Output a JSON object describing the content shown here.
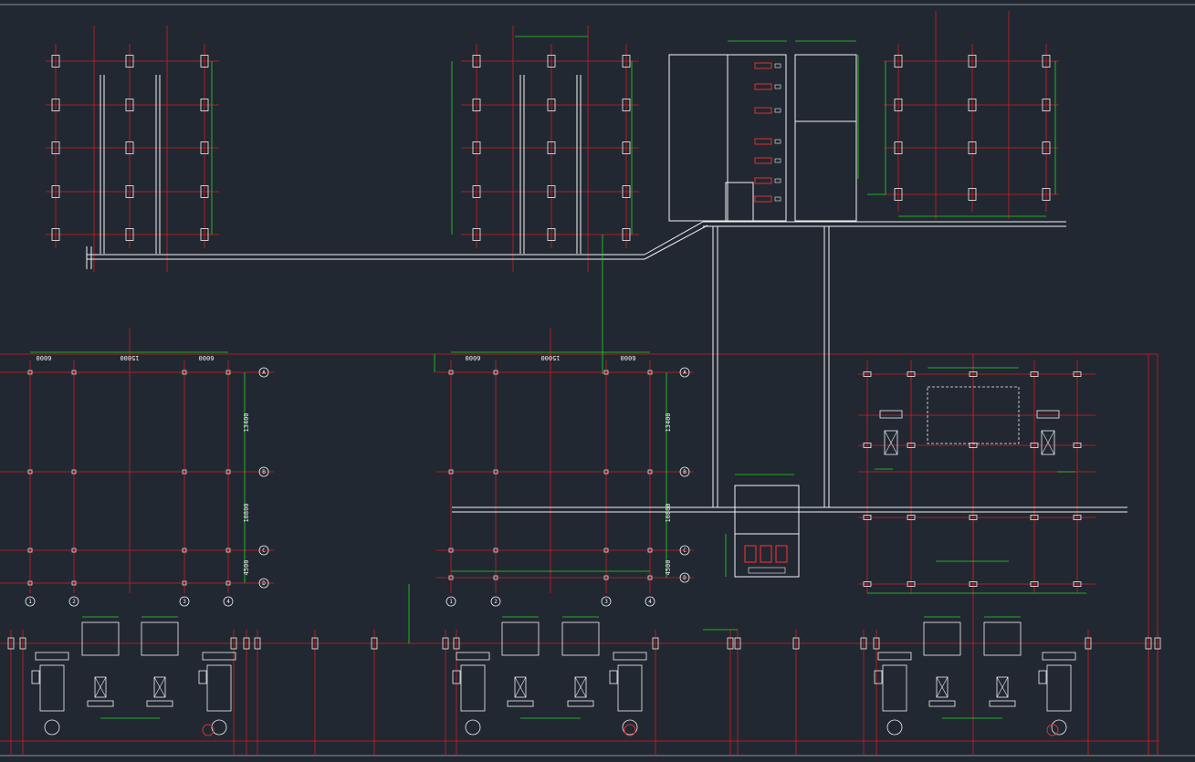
{
  "drawing": {
    "colors": {
      "background": "#212832",
      "grid": "#d41c1c",
      "dimension": "#25d625",
      "wall": "#f2f2f2",
      "equipment": "#e03030",
      "border": "#8a8f98"
    },
    "dimensions": {
      "left_bay_span_a": "6000",
      "left_bay_span_b": "15000",
      "left_bay_span_c": "6000",
      "mid_bay_span_a": "6000",
      "mid_bay_span_b": "15000",
      "mid_bay_span_c": "6000",
      "left_bay_height_a": "13400",
      "left_bay_height_b": "10800",
      "left_bay_height_c": "4500",
      "mid_bay_height_a": "13400",
      "mid_bay_height_b": "10800",
      "mid_bay_height_c": "4500"
    },
    "axis_labels_left": [
      "A",
      "B",
      "C",
      "D"
    ],
    "axis_labels_mid": [
      "A",
      "B",
      "C",
      "D"
    ],
    "col_labels_left": [
      "1",
      "2",
      "3",
      "4"
    ],
    "col_labels_mid": [
      "1",
      "2",
      "3",
      "4"
    ]
  }
}
